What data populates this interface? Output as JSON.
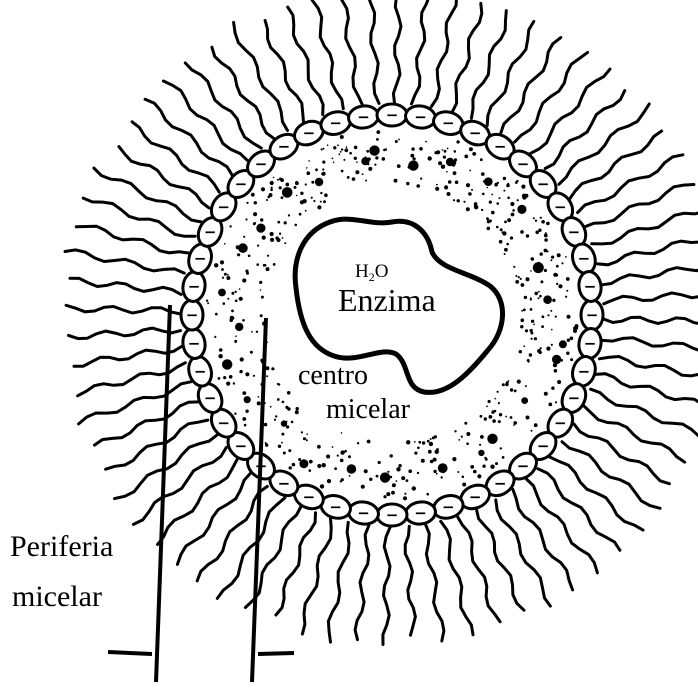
{
  "labels": {
    "h2o_prefix": "H",
    "h2o_sub": "2",
    "h2o_suffix": "O",
    "enzyme": "Enzima",
    "center_line1": "centro",
    "center_line2": "micelar",
    "periphery_line1": "Periferia",
    "periphery_line2": "micelar"
  },
  "diagram": {
    "headgroup_charge": "−",
    "headgroup_count": 44,
    "tail_count": 72,
    "ink_color": "#000000",
    "background": "#ffffff"
  }
}
